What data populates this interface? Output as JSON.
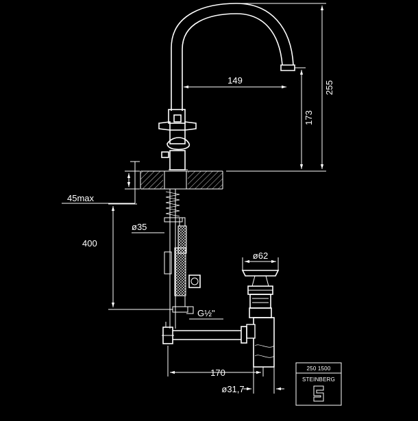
{
  "dimensions": {
    "spout_reach": "149",
    "total_height": "255",
    "spout_height": "173",
    "max_thickness": "45max",
    "hose_length": "400",
    "hose_diameter": "ø35",
    "connection_thread": "G½\"",
    "waste_diameter": "ø62",
    "trap_distance": "170",
    "pipe_diameter": "ø31,7"
  },
  "title_block": {
    "article_number": "250 1500",
    "brand": "STEINBERG"
  },
  "colors": {
    "background": "#000000",
    "line": "#ffffff"
  },
  "icons": [
    "arrowhead-icon",
    "steinberg-logo-icon"
  ]
}
